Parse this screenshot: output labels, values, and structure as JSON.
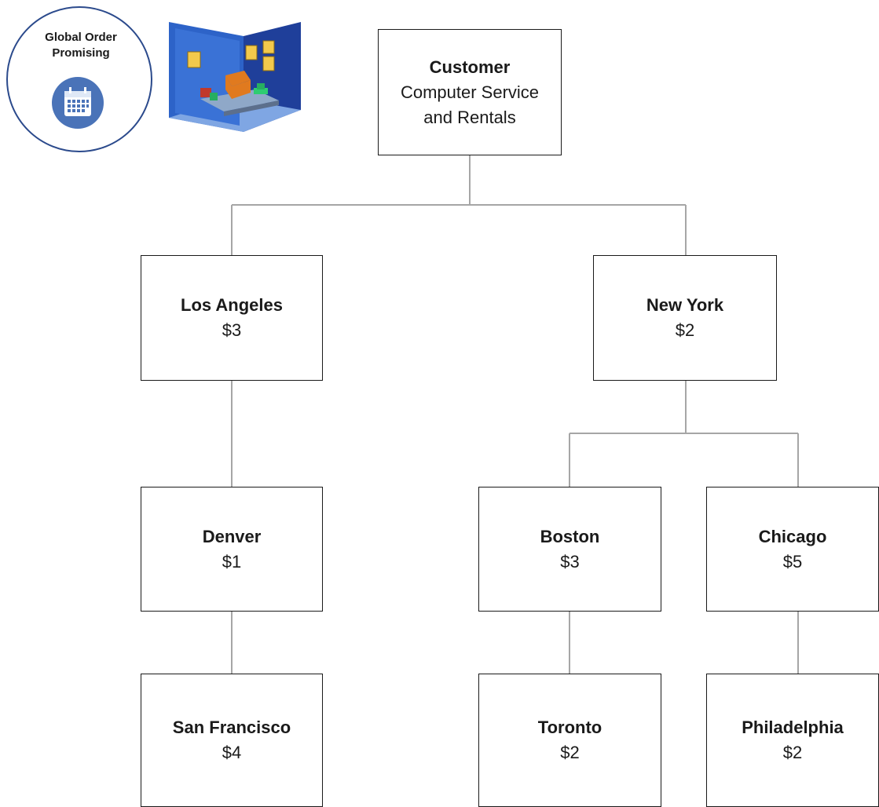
{
  "badge": {
    "title_line1": "Global Order",
    "title_line2": "Promising",
    "icon": "calendar-icon",
    "ring_color": "#2b4a8c",
    "icon_color": "#4a73b8"
  },
  "illustration": {
    "icon": "factory-warehouse-icon"
  },
  "tree": {
    "root": {
      "name": "Customer",
      "line1": "Computer Service",
      "line2": "and Rentals"
    },
    "los_angeles": {
      "name": "Los Angeles",
      "cost": "$3"
    },
    "new_york": {
      "name": "New York",
      "cost": "$2"
    },
    "denver": {
      "name": "Denver",
      "cost": "$1"
    },
    "boston": {
      "name": "Boston",
      "cost": "$3"
    },
    "chicago": {
      "name": "Chicago",
      "cost": "$5"
    },
    "san_francisco": {
      "name": "San Francisco",
      "cost": "$4"
    },
    "toronto": {
      "name": "Toronto",
      "cost": "$2"
    },
    "philadelphia": {
      "name": "Philadelphia",
      "cost": "$2"
    }
  }
}
